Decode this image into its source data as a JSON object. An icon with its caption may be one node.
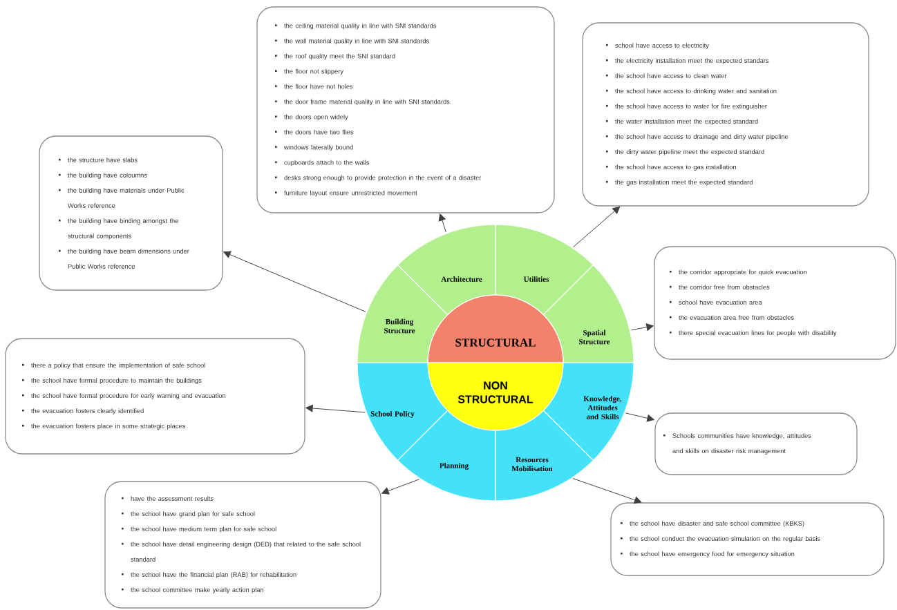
{
  "diagram": {
    "nodes": [
      {
        "text": [
          "the ceiling material quality in line with SNI standards",
          "the wall material quality in line with SNI standards",
          "the roof quality meet the SNI standard",
          "the floor not slippery",
          "the floor have not holes",
          "the door frame material quality in line with SNI standards",
          "the doors open widely",
          "the doors have two flies",
          "windows laterally bound",
          "cupboards attach to the walls",
          "desks strong enough to provide protection in the event of a disaster",
          "furniture layout ensure unrestricted movement"
        ]
      },
      {
        "text": [
          "school have access to electricity",
          "the electricity installation meet the expected standars",
          "the school have access to clean water",
          "the school have access to drinking water and sanitation",
          "the school have access to water for fire extinguisher",
          "the water installation meet the expected standard",
          "the school have access to drainage and dirty water pipeline",
          "the dirty water pipeline meet the expected standard",
          "the school have access to gas installation",
          "the gas installation meet the expected standard"
        ]
      },
      {
        "text": [
          "the structure have slabs",
          "the building have coloumns",
          "the building have materials under Public Works reference",
          "the building have binding amongst the structural components",
          "the building have beam dimensions under Public Works reference"
        ]
      },
      {
        "text": [
          "Architecture"
        ]
      },
      {
        "text": [
          "Utilities"
        ]
      },
      {
        "text": [
          "Building Structure"
        ]
      },
      {
        "text": [
          "Spatial Structure"
        ]
      },
      {
        "text": [
          "STRUCTURAL"
        ]
      },
      {
        "text": [
          "the corridor appropriate for quick evacuation",
          "the corridor free from obstacles",
          "school have evacuation area",
          "the evacuation area free from obstacles",
          "there special evacuation lines for people with disability"
        ]
      },
      {
        "text": [
          "there a policy that ensure the implementation of safe school",
          "the school have formal procedure to maintain the buildings",
          "the school have formal procedure for early warning and evacuation",
          "the evacuation fosters clearly identified",
          "the evacuation fosters place in some strategic places"
        ]
      },
      {
        "text": [
          "NON STRUCTURAL"
        ]
      },
      {
        "text": [
          "School Policy"
        ]
      },
      {
        "text": [
          "Knowledge, Attitudes and Skills"
        ]
      },
      {
        "text": [
          "Schools communities have knowledge, attitudes and skills on disaster risk management"
        ]
      },
      {
        "text": [
          "Planning"
        ]
      },
      {
        "text": [
          "Resources Mobilisation"
        ]
      },
      {
        "text": [
          "have the assessment results",
          "the school have grand plan for safe school",
          "the school have medium term plan for safe school",
          "the school have detail engineering design (DED) that related to the safe school standard",
          "the school have the financial plan (RAB) for rehabilitation",
          "the school committee make yearly action plan"
        ]
      },
      {
        "text": [
          "the school have disaster and safe school committee (KBKS)",
          "the school conduct the evacuation simulation on the regular basis",
          "the school have emergency food for emergency situation"
        ]
      }
    ],
    "edges": [
      {
        "from": 5,
        "to": 2,
        "arrow": "to"
      },
      {
        "from": 3,
        "to": 0,
        "arrow": "to"
      },
      {
        "from": 4,
        "to": 1,
        "arrow": "to"
      },
      {
        "from": 6,
        "to": 8,
        "arrow": "to"
      },
      {
        "from": 11,
        "to": 9,
        "arrow": "to"
      },
      {
        "from": 14,
        "to": 16,
        "arrow": "to"
      },
      {
        "from": 15,
        "to": 17,
        "arrow": "to"
      },
      {
        "from": 12,
        "to": 13,
        "arrow": "to"
      }
    ]
  }
}
